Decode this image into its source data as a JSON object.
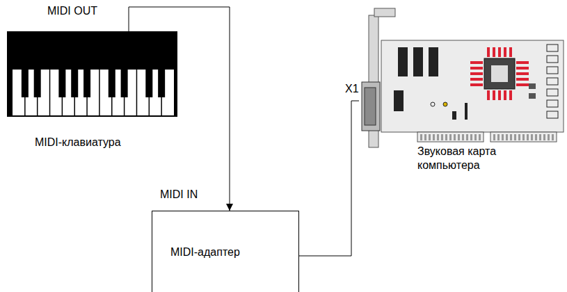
{
  "diagram": {
    "nodes": [
      {
        "text": [
          "MIDI-клавиатура"
        ]
      },
      {
        "text": [
          "Звуковая карта компьютера"
        ]
      },
      {
        "text": [
          "MIDI-адаптер"
        ]
      }
    ],
    "edges": [
      {
        "from": 0,
        "to": 2,
        "arrow": "to"
      },
      {
        "from": 2,
        "to": 1,
        "arrow": "none"
      }
    ],
    "labels": [
      "MIDI OUT",
      "MIDI IN",
      "X1"
    ]
  }
}
